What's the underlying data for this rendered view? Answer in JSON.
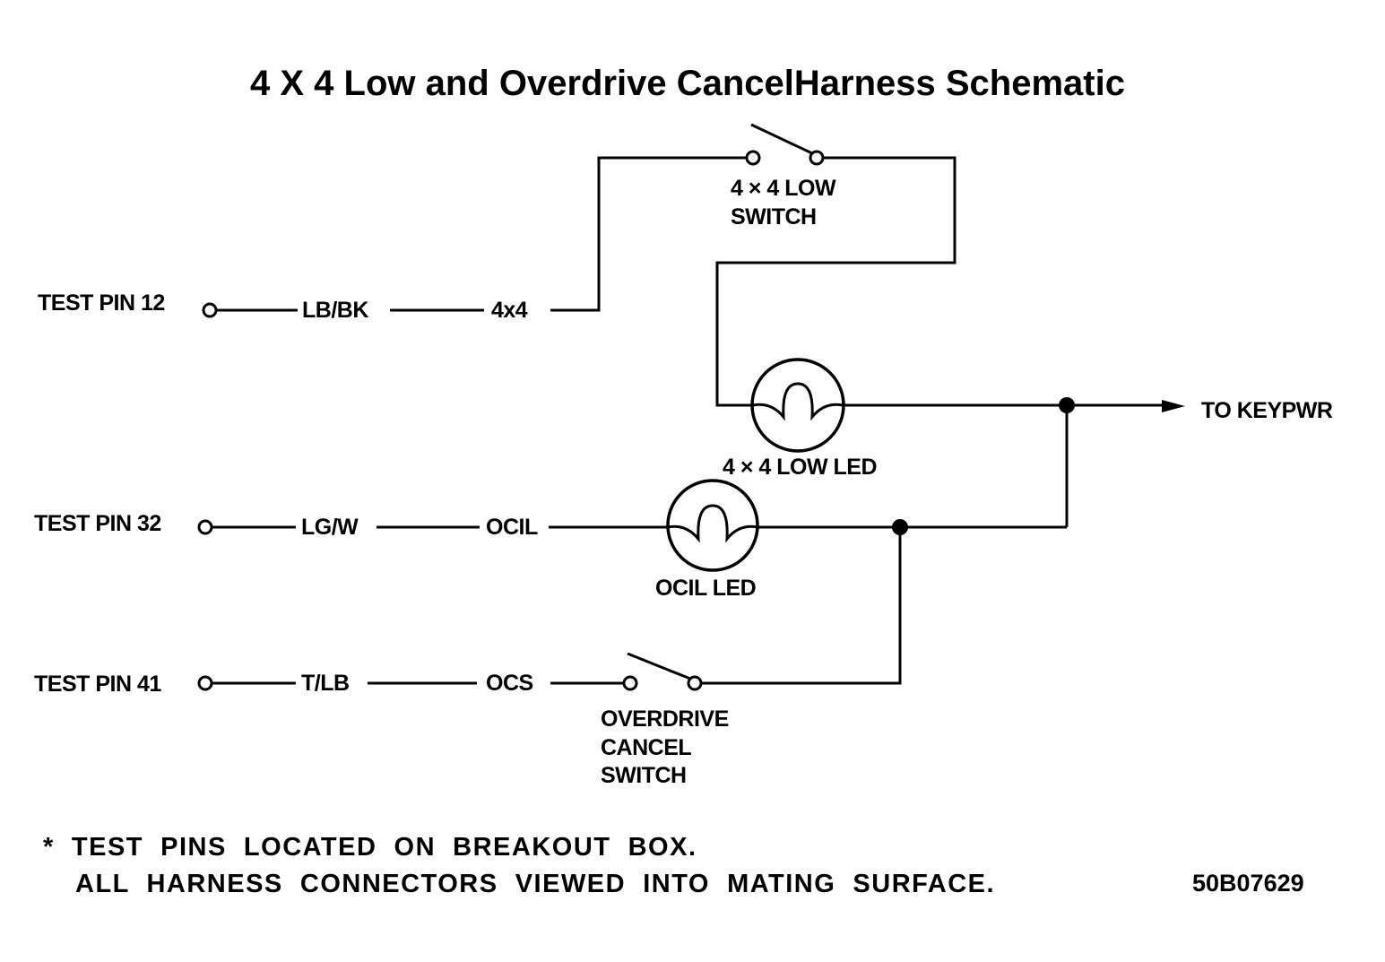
{
  "title": "4 X 4 Low and Overdrive CancelHarness Schematic",
  "test_pins": [
    {
      "label": "TEST PIN 12",
      "wire_color": "LB/BK",
      "circuit": "4x4"
    },
    {
      "label": "TEST PIN 32",
      "wire_color": "LG/W",
      "circuit": "OCIL"
    },
    {
      "label": "TEST PIN 41",
      "wire_color": "T/LB",
      "circuit": "OCS"
    }
  ],
  "components": {
    "low_switch": {
      "line1": "4 × 4 LOW",
      "line2": "SWITCH"
    },
    "low_led": {
      "label": "4 × 4 LOW LED"
    },
    "ocil_led": {
      "label": "OCIL LED"
    },
    "od_cancel_switch": {
      "line1": "OVERDRIVE",
      "line2": "CANCEL",
      "line3": "SWITCH"
    }
  },
  "power_label": "TO KEYPWR",
  "notes": {
    "line1": "*  TEST  PINS  LOCATED  ON  BREAKOUT  BOX.",
    "line2": "ALL  HARNESS  CONNECTORS  VIEWED  INTO  MATING  SURFACE."
  },
  "figure_code": "50B07629"
}
